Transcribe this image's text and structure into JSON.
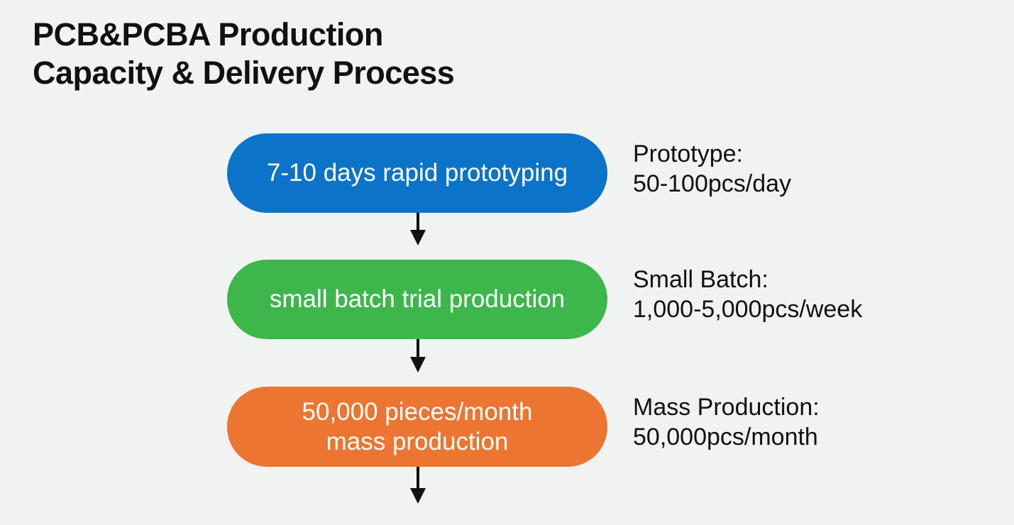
{
  "title": {
    "line1": "PCB&PCBA Production",
    "line2": "Capacity & Delivery Process"
  },
  "steps": [
    {
      "label": "7-10 days rapid prototyping",
      "color": "#0b74c8",
      "caption1": "Prototype:",
      "caption2": "50-100pcs/day"
    },
    {
      "label": "small batch trial production",
      "color": "#3db64b",
      "caption1": "Small Batch:",
      "caption2": "1,000-5,000pcs/week"
    },
    {
      "label1": "50,000 pieces/month",
      "label2": "mass production",
      "color": "#ec7531",
      "caption1": "Mass Production:",
      "caption2": "50,000pcs/month"
    }
  ]
}
